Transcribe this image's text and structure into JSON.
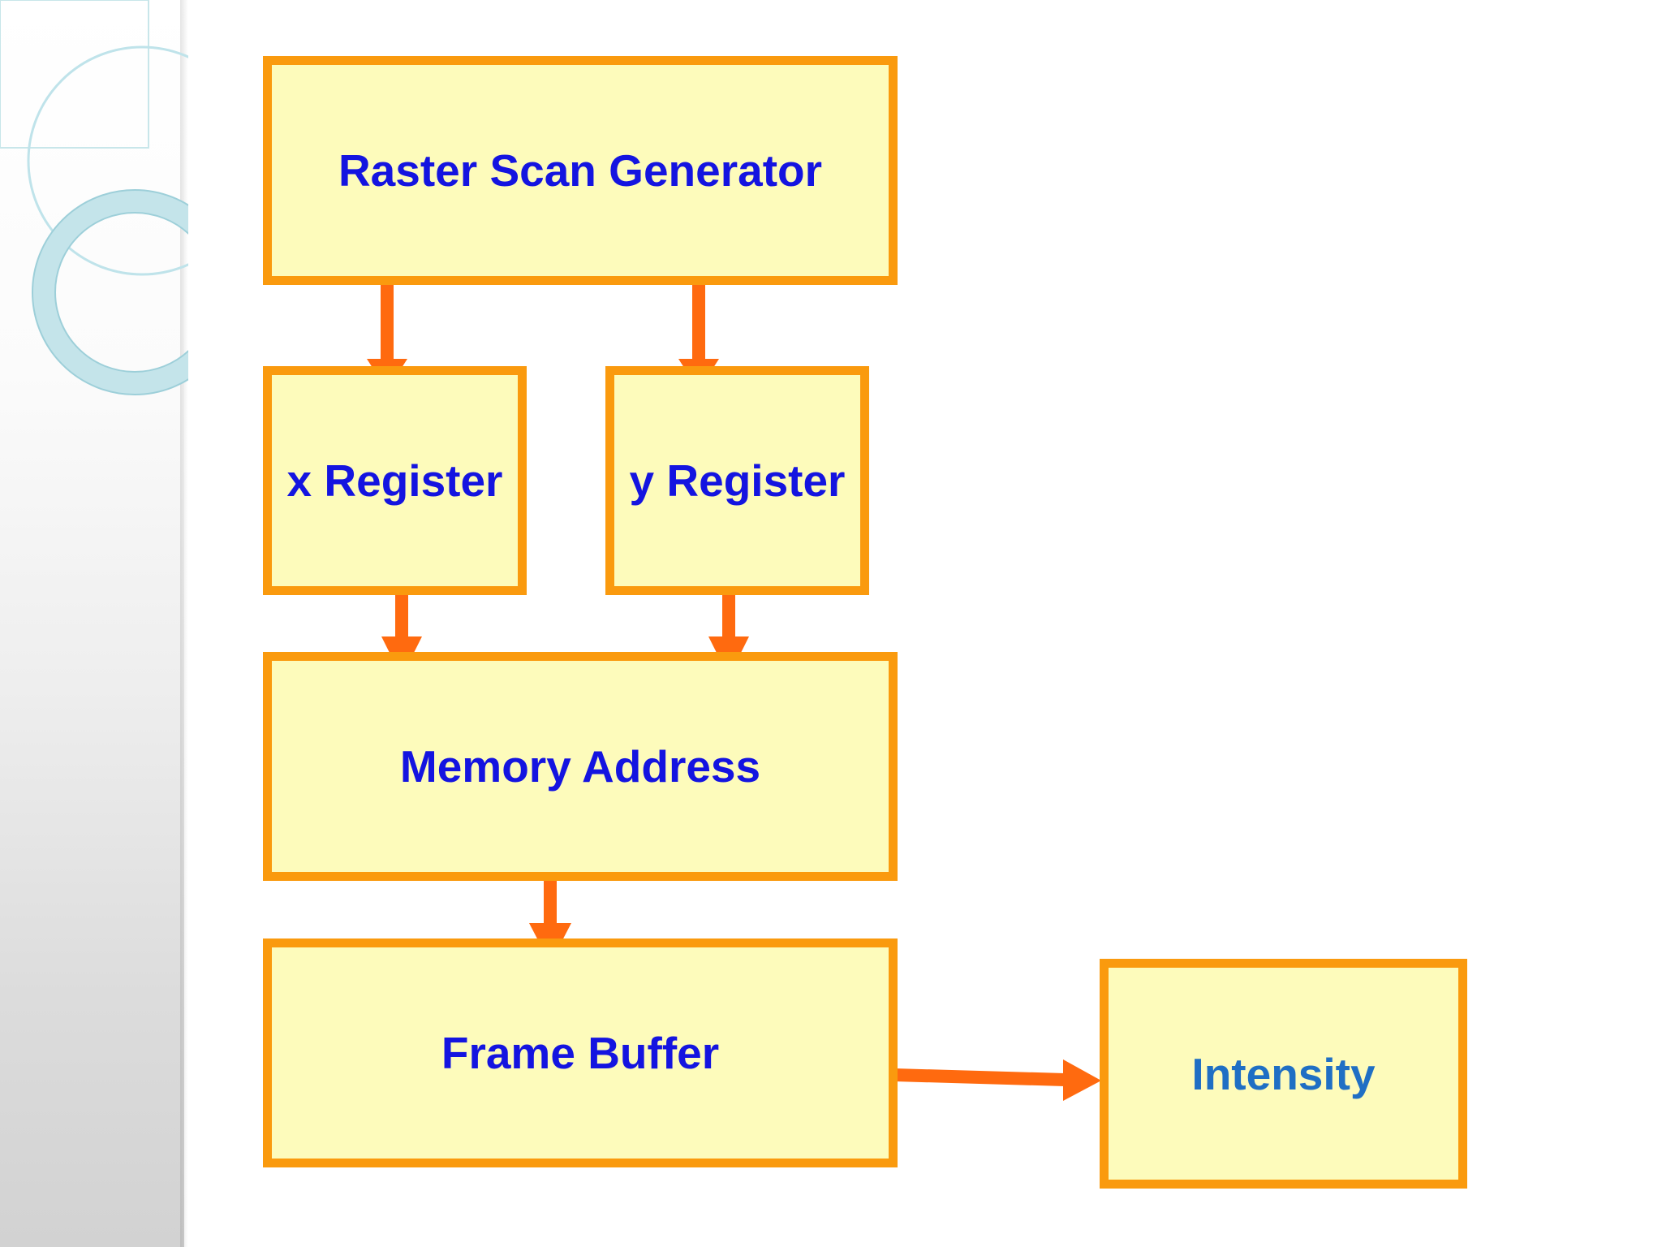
{
  "blocks": {
    "raster_scan_generator": "Raster Scan Generator",
    "x_register": "x Register",
    "y_register": "y Register",
    "memory_address": "Memory Address",
    "frame_buffer": "Frame Buffer",
    "intensity": "Intensity"
  },
  "colors": {
    "block_fill": "#fdfbbb",
    "block_border": "#fa9a0e",
    "arrow": "#ff6a0f",
    "label": "#1414e0",
    "intensity_label": "#1f6fc4"
  }
}
